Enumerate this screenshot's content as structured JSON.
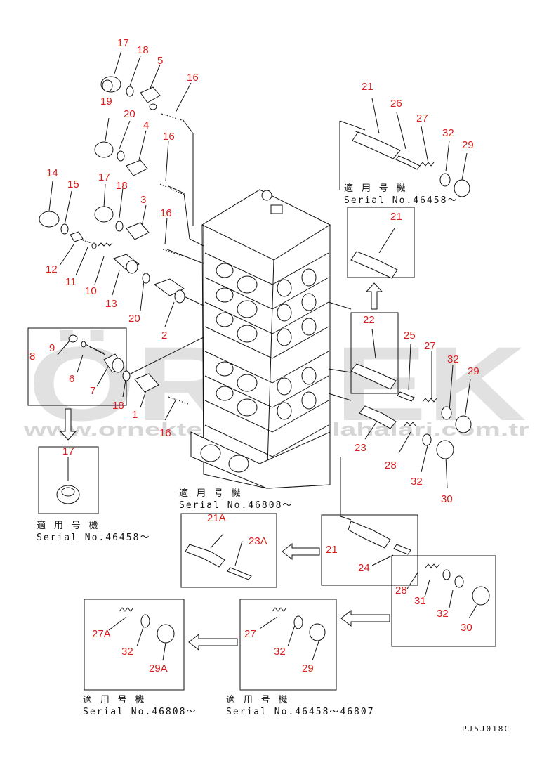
{
  "watermark": {
    "logo": "ÖRNEK",
    "url": "www.ornekteknikcizimlahalari.com.tr"
  },
  "serials": {
    "s_main_left": {
      "jp": "適 用 号 機",
      "en": "Serial No.46458〜"
    },
    "s_right_top": {
      "jp": "適 用 号 機",
      "en": "Serial No.46458〜"
    },
    "s_mid": {
      "jp": "適 用 号 機",
      "en": "Serial No.46808〜"
    },
    "s_bottom_left": {
      "jp": "適 用 号 機",
      "en": "Serial No.46808〜"
    },
    "s_bottom_mid": {
      "jp": "適 用 号 機",
      "en": "Serial No.46458〜46807"
    }
  },
  "drawing_code": "PJ5J018C",
  "callouts": {
    "c17a": "17",
    "c18a": "18",
    "c5": "5",
    "c16a": "16",
    "c19": "19",
    "c20a": "20",
    "c4": "4",
    "c16b": "16",
    "c14": "14",
    "c15": "15",
    "c17b": "17",
    "c18b": "18",
    "c3": "3",
    "c16c": "16",
    "c12": "12",
    "c11": "11",
    "c10": "10",
    "c13": "13",
    "c20b": "20",
    "c2": "2",
    "c8": "8",
    "c9": "9",
    "c6": "6",
    "c7": "7",
    "c18c": "18",
    "c1": "1",
    "c16d": "16",
    "c17c": "17",
    "c21a": "21",
    "c26": "26",
    "c27a": "27",
    "c32a": "32",
    "c29a": "29",
    "c21b": "21",
    "c22": "22",
    "c25": "25",
    "c27b": "27",
    "c32b": "32",
    "c29b": "29",
    "c23": "23",
    "c28a": "28",
    "c32c": "32",
    "c30a": "30",
    "c21A": "21A",
    "c23A": "23A",
    "c21c": "21",
    "c24": "24",
    "c28b": "28",
    "c31": "31",
    "c32d": "32",
    "c30b": "30",
    "c27c": "27",
    "c32e": "32",
    "c29c": "29",
    "c27A": "27A",
    "c32f": "32",
    "c29A": "29A"
  },
  "colors": {
    "callout": "#d81f1f",
    "line": "#111111",
    "watermark": "#c9c9c9"
  }
}
